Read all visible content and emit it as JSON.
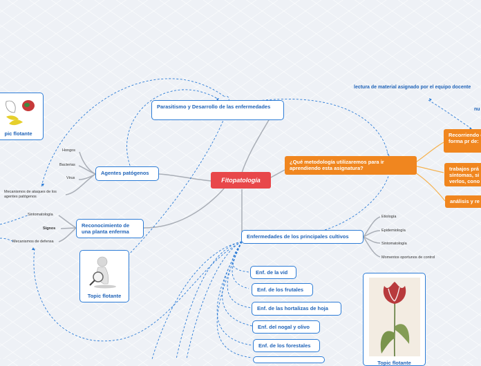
{
  "root": {
    "label": "Fitopatología"
  },
  "main_topics": {
    "parasitismo": "Parasitismo y Desarrollo de las enfermedades",
    "agentes": "Agentes patógenos",
    "reconocimiento": "Reconocimiento de una planta enferma",
    "metodologia": "¿Qué metodología utilizaremos para ir aprendiendo esta asignatura?",
    "enfermedades": "Enfermedades de los principales cultivos"
  },
  "agentes_children": [
    "Hongos",
    "Bacterias",
    "Virus"
  ],
  "mecanismos_ataque": "Mecanismos de ataques de los agentes patógenos",
  "reconocimiento_children": {
    "sintomatologia": "Sintomatología",
    "signos": "Signos",
    "mecanismos_defensa": "Mecanismos de defensa"
  },
  "metodologia_children": {
    "lectura": "lectura de material asignado por el equipo docente",
    "nu": "nu",
    "recorriendo": "Recorriendo en forma pr de:",
    "trabajos": "trabajos prá síntomas, si verlos, cono",
    "analisis": "análisis y re"
  },
  "enfermedades_small": [
    "Etiología",
    "Epidemiología",
    "Sintomatología",
    "Momentos oportunos de control"
  ],
  "enfermedades_items": [
    "Enf. de la vid",
    "Enf. de los frutales",
    "Enf. de las hortalizas de hoja",
    "Enf. del nogal y olivo",
    "Enf. de los forestales"
  ],
  "floating_topics": {
    "left": "pic flotante",
    "middle": "Topic flotante",
    "right": "Topic flotante"
  },
  "colors": {
    "root": "#e8474a",
    "accent": "#f0861f",
    "link": "#2b7bd6",
    "line": "#a9aeb6"
  }
}
